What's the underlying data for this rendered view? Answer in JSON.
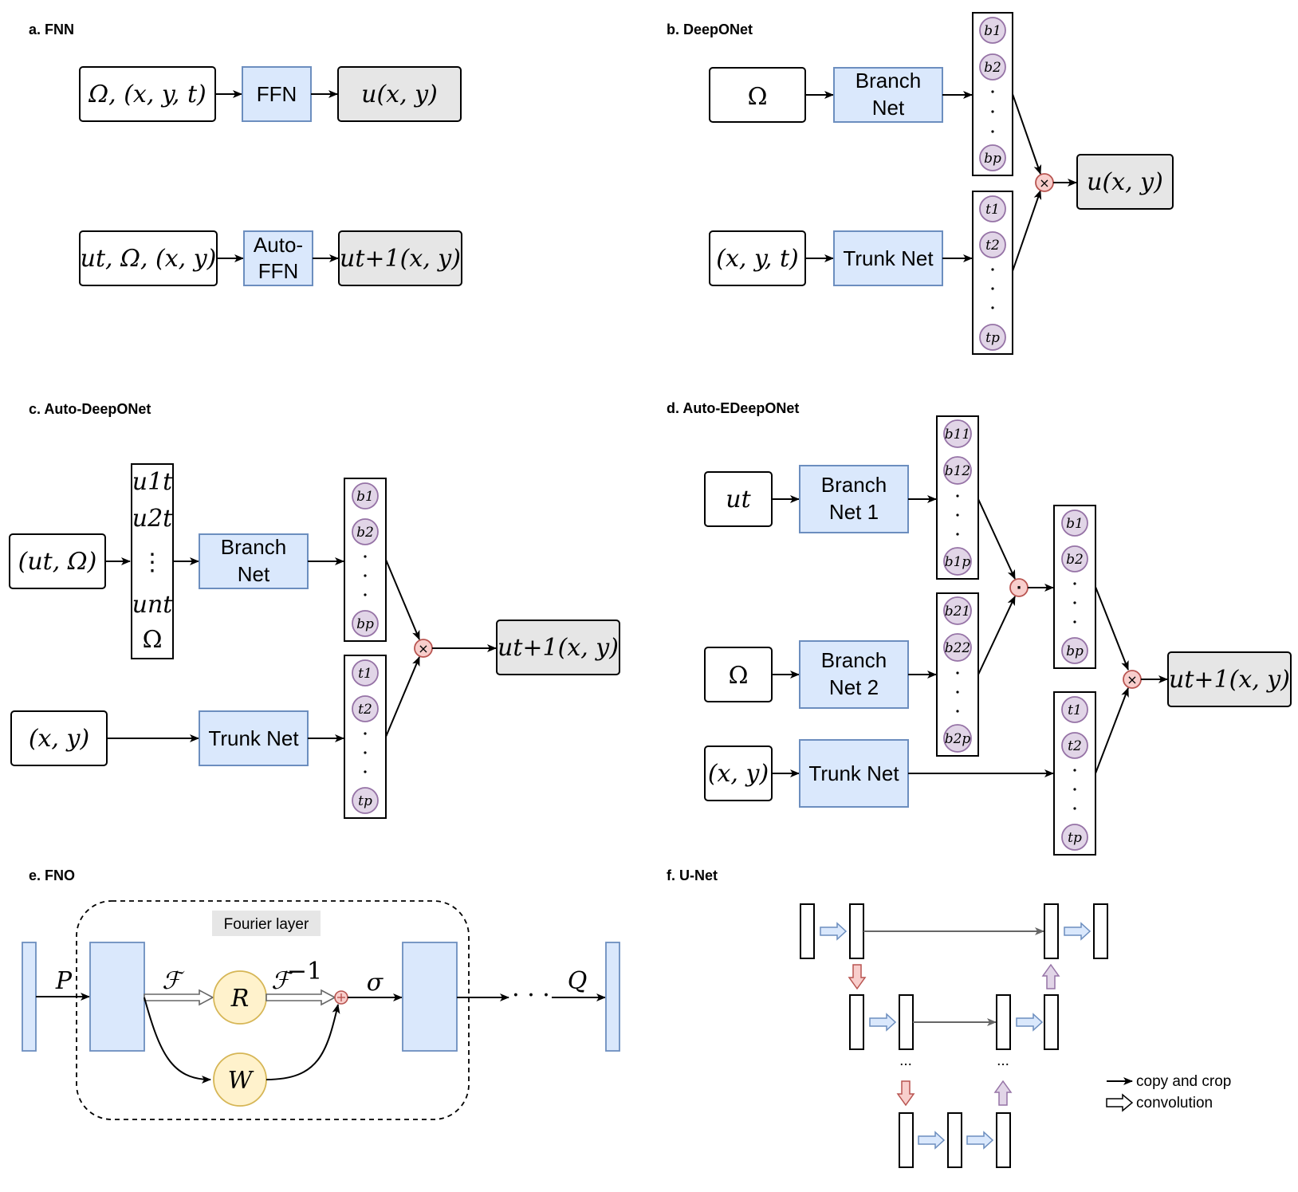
{
  "panels": {
    "a": {
      "title": "a. FNN",
      "row1": {
        "input": "Ω, (x, y, t)",
        "model": "FFN",
        "output": "u(x, y)"
      },
      "row2": {
        "input": "ut, Ω, (x, y)",
        "model_line1": "Auto-",
        "model_line2": "FFN",
        "output": "ut+1(x, y)"
      }
    },
    "b": {
      "title": "b. DeepONet",
      "input_top": "Ω",
      "input_bottom": "(x, y, t)",
      "branch_line1": "Branch",
      "branch_line2": "Net",
      "trunk": "Trunk Net",
      "branch_nodes": [
        "b1",
        "b2",
        "bp"
      ],
      "trunk_nodes": [
        "t1",
        "t2",
        "tp"
      ],
      "product": "×",
      "output": "u(x, y)"
    },
    "c": {
      "title": "c. Auto-DeepONet",
      "input_top": "(ut, Ω)",
      "input_bottom": "(x, y)",
      "vector": [
        "u1t",
        "u2t",
        "⋮",
        "unt",
        "Ω"
      ],
      "branch_line1": "Branch",
      "branch_line2": "Net",
      "trunk": "Trunk Net",
      "branch_nodes": [
        "b1",
        "b2",
        "bp"
      ],
      "trunk_nodes": [
        "t1",
        "t2",
        "tp"
      ],
      "product": "×",
      "output": "ut+1(x, y)"
    },
    "d": {
      "title": "d. Auto-EDeepONet",
      "input_1": "ut",
      "input_2": "Ω",
      "input_3": "(x, y)",
      "branch1_line1": "Branch",
      "branch1_line2": "Net 1",
      "branch2_line1": "Branch",
      "branch2_line2": "Net 2",
      "trunk": "Trunk Net",
      "branch1_nodes": [
        "b11",
        "b12",
        "b1p"
      ],
      "branch2_nodes": [
        "b21",
        "b22",
        "b2p"
      ],
      "merged_nodes": [
        "b1",
        "b2",
        "bp"
      ],
      "trunk_nodes": [
        "t1",
        "t2",
        "tp"
      ],
      "hadamard": "·",
      "product": "×",
      "output": "ut+1(x, y)"
    },
    "e": {
      "title": "e. FNO",
      "layer_label": "Fourier layer",
      "P": "P",
      "F": "ℱ",
      "F_inv": "ℱ",
      "F_inv_exp": "−1",
      "R": "R",
      "W": "W",
      "sigma": "σ",
      "ellipsis": "· · ·",
      "Q": "Q"
    },
    "f": {
      "title": "f. U-Net",
      "ellipsis": "...",
      "legend": {
        "copy": "copy and crop",
        "conv": "convolution"
      }
    }
  }
}
